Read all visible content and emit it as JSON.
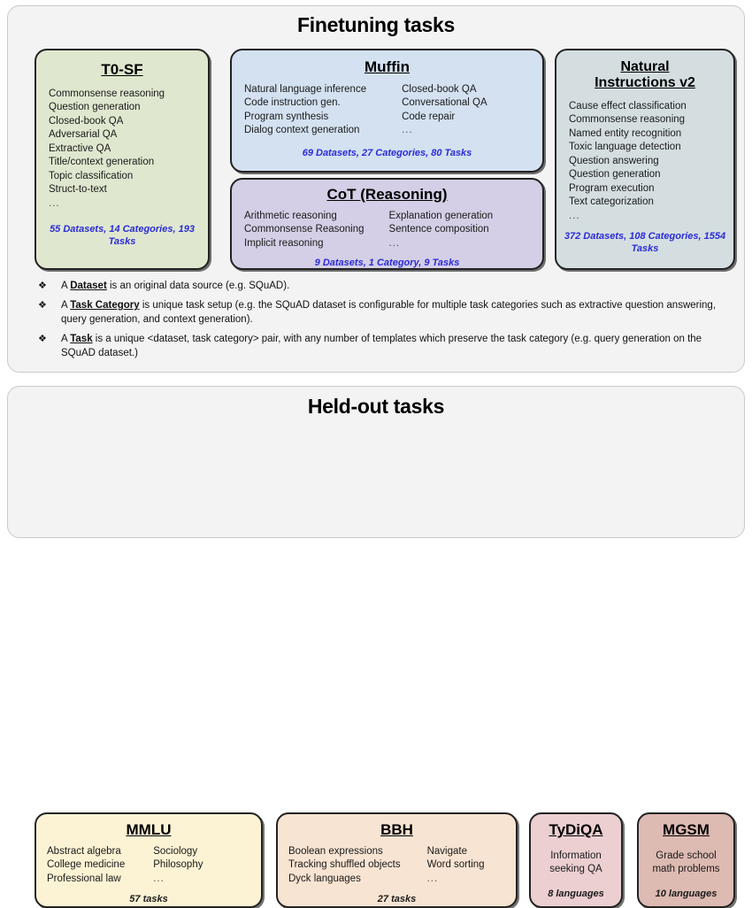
{
  "finetuning": {
    "title": "Finetuning tasks",
    "cards": [
      {
        "id": "t0sf",
        "title": "T0-SF",
        "columns": [
          [
            "Commonsense reasoning",
            "Question generation",
            "Closed-book QA",
            "Adversarial QA",
            "Extractive QA",
            "Title/context generation",
            "Topic classification",
            "Struct-to-text",
            "..."
          ]
        ],
        "stats": "55 Datasets, 14 Categories, 193 Tasks",
        "color": "#dfe8cf"
      },
      {
        "id": "muffin",
        "title": "Muffin",
        "columns": [
          [
            "Natural language inference",
            "Code instruction gen.",
            "Program synthesis",
            "Dialog context generation"
          ],
          [
            "Closed-book QA",
            "Conversational QA",
            "Code repair",
            "..."
          ]
        ],
        "stats": "69 Datasets, 27 Categories, 80 Tasks",
        "color": "#d3e1f1"
      },
      {
        "id": "cot",
        "title": "CoT (Reasoning)",
        "columns": [
          [
            "Arithmetic reasoning",
            "Commonsense Reasoning",
            "Implicit reasoning"
          ],
          [
            "Explanation generation",
            "Sentence composition",
            "..."
          ]
        ],
        "stats": "9 Datasets, 1 Category, 9 Tasks",
        "color": "#d4cfe6"
      },
      {
        "id": "ni",
        "title_line1": "Natural",
        "title_line2": "Instructions v2",
        "columns": [
          [
            "Cause effect classification",
            "Commonsense reasoning",
            "Named entity recognition",
            "Toxic language detection",
            "Question answering",
            "Question generation",
            "Program execution",
            "Text categorization",
            "..."
          ]
        ],
        "stats": "372 Datasets, 108 Categories, 1554 Tasks",
        "color": "#d4dee1"
      }
    ],
    "legend": {
      "bullet_glyph": "❖",
      "rows": [
        {
          "prefix": "A ",
          "term": "Dataset",
          "suffix": " is an original data source (e.g. SQuAD)."
        },
        {
          "prefix": "A ",
          "term": "Task Category",
          "suffix": " is unique task setup (e.g. the SQuAD dataset is configurable for multiple task categories such as extractive question answering, query generation, and context generation)."
        },
        {
          "prefix": "A ",
          "term": "Task",
          "suffix": " is a unique <dataset, task category> pair, with any number of templates which preserve the task category (e.g. query generation on the SQuAD dataset.)"
        }
      ]
    }
  },
  "heldout": {
    "title": "Held-out tasks",
    "cards": [
      {
        "id": "mmlu",
        "title": "MMLU",
        "columns": [
          [
            "Abstract algebra",
            "College medicine",
            "Professional law"
          ],
          [
            "Sociology",
            "Philosophy",
            "..."
          ]
        ],
        "stats": "57 tasks",
        "color": "#fcf3d4"
      },
      {
        "id": "bbh",
        "title": "BBH",
        "columns": [
          [
            "Boolean expressions",
            "Tracking shuffled objects",
            "Dyck languages"
          ],
          [
            "Navigate",
            "Word sorting",
            "..."
          ]
        ],
        "stats": "27 tasks",
        "color": "#f8e4d2"
      },
      {
        "id": "tydiqa",
        "title": "TyDiQA",
        "columns": [
          [
            "Information",
            "seeking QA"
          ]
        ],
        "stats": "8 languages",
        "color": "#eccfd1"
      },
      {
        "id": "mgsm",
        "title": "MGSM",
        "columns": [
          [
            "Grade school",
            "math problems"
          ]
        ],
        "stats": "10 languages",
        "color": "#ddbab2"
      }
    ]
  },
  "colors": {
    "stats_blue": "#2b2bd6",
    "stats_dark": "#1a1a1a",
    "panel_bg": "#f3f3f3",
    "card_border": "#222222"
  }
}
